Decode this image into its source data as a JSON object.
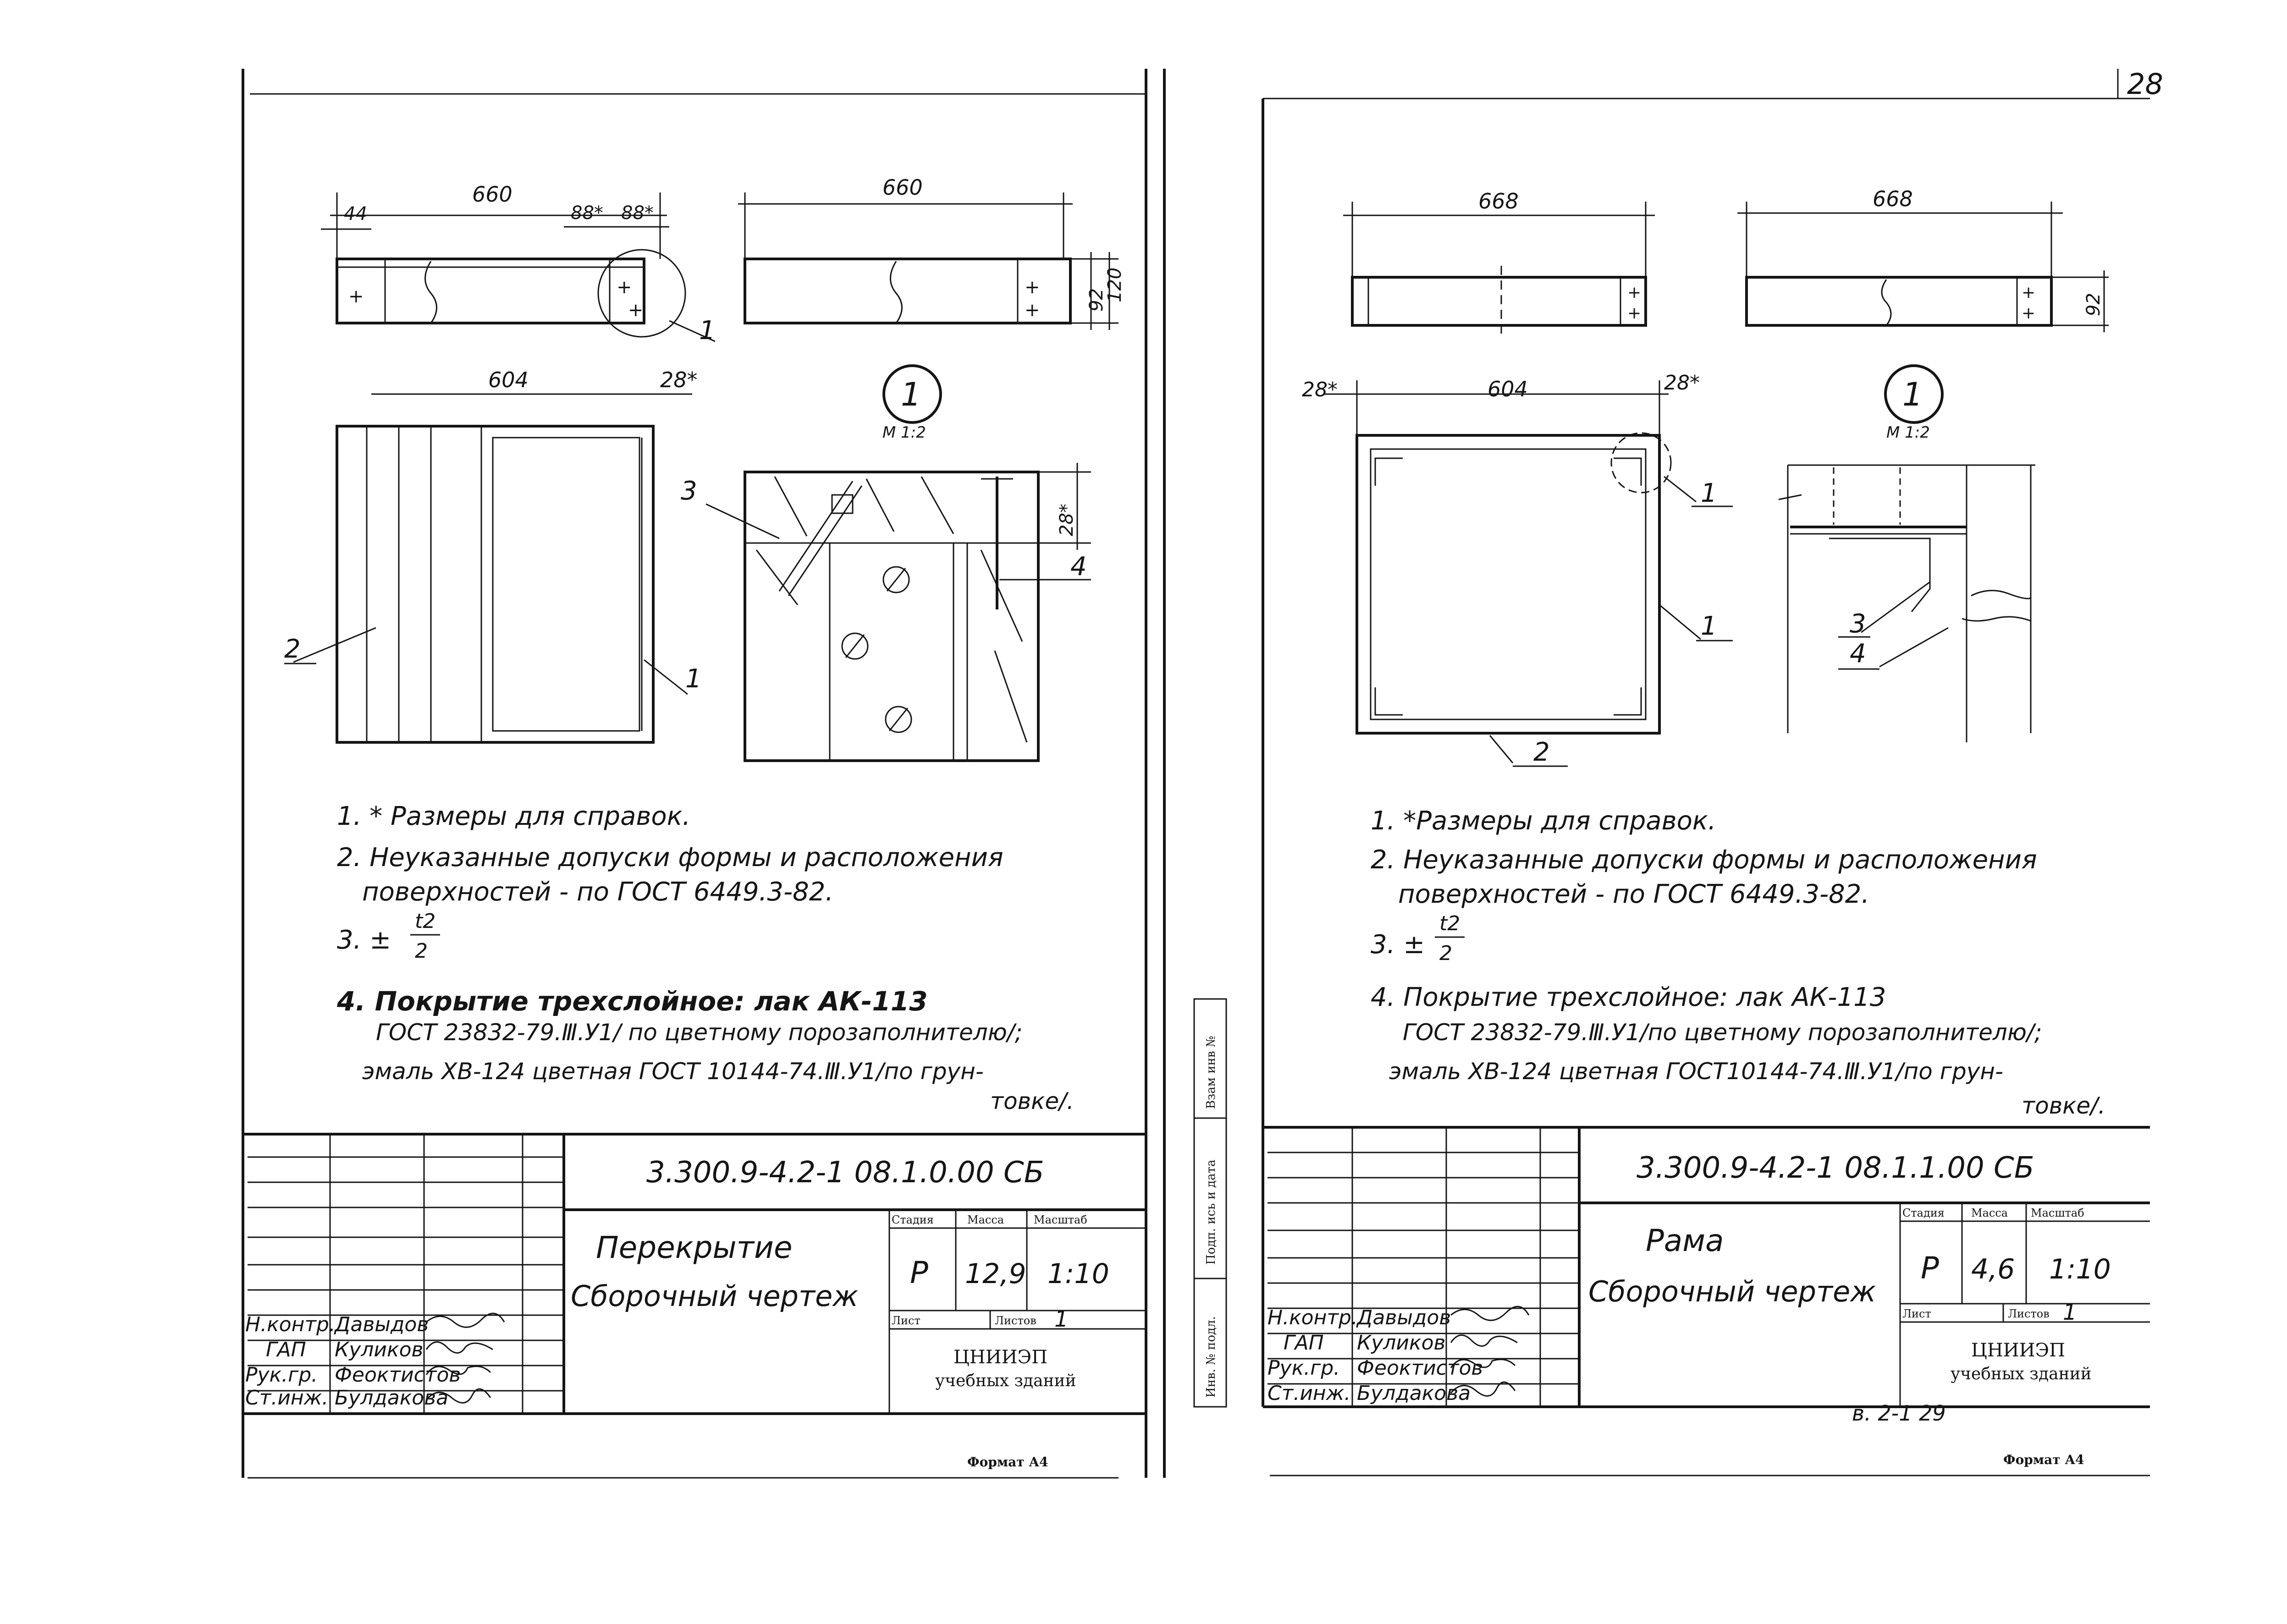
{
  "sheet_number": "28",
  "bottom_ref": "в. 2-1   29",
  "side_stamp": {
    "vzam": "Взам инв №",
    "podp": "Подп. ись и дата",
    "inv": "Инв. № подл."
  },
  "left_sheet": {
    "dims": {
      "top_width_1": "660",
      "d44": "44",
      "d88a": "88*",
      "d88b": "88*",
      "top_width_2": "660",
      "h92": "92",
      "h120": "120",
      "d604": "604",
      "d28": "28*",
      "d28v": "28*"
    },
    "detail_callout": "1",
    "detail_scale": "М 1:2",
    "leaders": [
      "1",
      "2",
      "1",
      "3",
      "4"
    ],
    "notes": [
      "1. * Размеры для справок.",
      "2. Неуказанные допуски формы и расположения",
      "поверхностей - по ГОСТ 6449.3-82.",
      "3. ±",
      "4. Покрытие трехслойное: лак АК-113",
      "ГОСТ 23832-79.Ⅲ.У1/ по цветному порозаполнителю/;",
      "эмаль ХВ-124 цветная ГОСТ 10144-74.Ⅲ.У1/по грун-",
      "товке/."
    ],
    "fraction_num": "t2",
    "fraction_den": "2",
    "code": "3.300.9-4.2-1  08.1.0.00 СБ",
    "title_1": "Перекрытие",
    "title_2": "Сборочный чертеж",
    "hdr_stage": "Стадия",
    "hdr_mass": "Масса",
    "hdr_scale": "Масштаб",
    "stage": "Р",
    "mass": "12,9",
    "scale": "1:10",
    "sheet_lbl": "Лист",
    "sheets_lbl": "Листов",
    "sheets_val": "1",
    "org_1": "ЦНИИЭП",
    "org_2": "учебных зданий",
    "format": "Формат А4",
    "roles": [
      "Н.контр.",
      "ГАП",
      "Рук.гр.",
      "Ст.инж."
    ],
    "names": [
      "Давыдов",
      "Куликов",
      "Феоктистов",
      "Булдакова"
    ]
  },
  "right_sheet": {
    "dims": {
      "top_width_1": "668",
      "top_width_2": "668",
      "h92": "92",
      "d28a": "28*",
      "d604": "604",
      "d28b": "28*"
    },
    "detail_callout": "1",
    "detail_scale": "М 1:2",
    "leaders": [
      "1",
      "1",
      "2",
      "3",
      "4"
    ],
    "notes": [
      "1. *Размеры для справок.",
      "2. Неуказанные допуски формы и расположения",
      "поверхностей - по ГОСТ 6449.3-82.",
      "3. ±",
      "4. Покрытие трехслойное: лак АК-113",
      "ГОСТ 23832-79.Ⅲ.У1/по цветному порозаполнителю/;",
      "эмаль ХВ-124 цветная ГОСТ10144-74.Ⅲ.У1/по грун-",
      "товке/."
    ],
    "fraction_num": "t2",
    "fraction_den": "2",
    "code": "3.300.9-4.2-1  08.1.1.00 СБ",
    "title_1": "Рама",
    "title_2": "Сборочный чертеж",
    "hdr_stage": "Стадия",
    "hdr_mass": "Масса",
    "hdr_scale": "Масштаб",
    "stage": "Р",
    "mass": "4,6",
    "scale": "1:10",
    "sheet_lbl": "Лист",
    "sheets_lbl": "Листов",
    "sheets_val": "1",
    "org_1": "ЦНИИЭП",
    "org_2": "учебных зданий",
    "format": "Формат А4",
    "roles": [
      "Н.контр.",
      "ГАП",
      "Рук.гр.",
      "Ст.инж."
    ],
    "names": [
      "Давыдов",
      "Куликов",
      "Феоктистов",
      "Булдакова"
    ]
  }
}
